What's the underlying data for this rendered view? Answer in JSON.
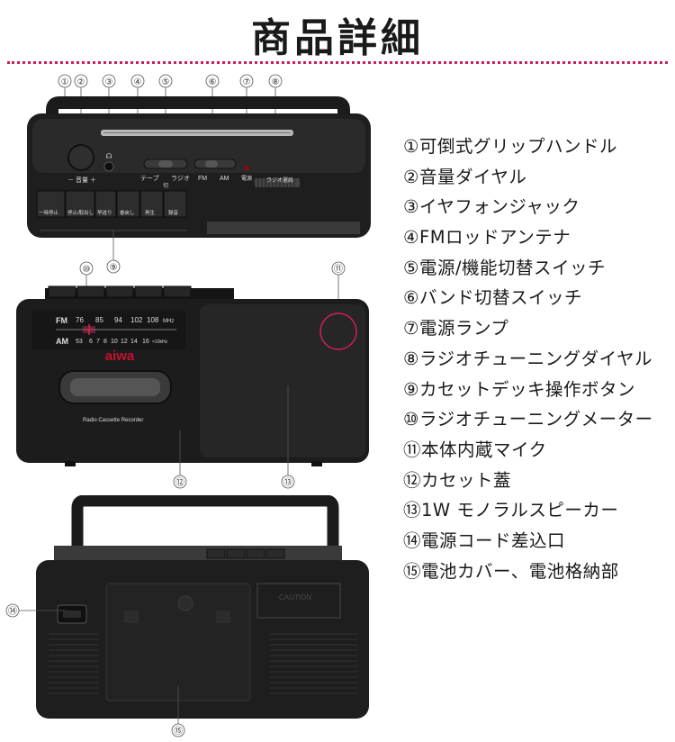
{
  "page": {
    "title": "商品詳細"
  },
  "figure_top": {
    "callouts": [
      "①",
      "②",
      "③",
      "④",
      "⑤",
      "⑥",
      "⑦",
      "⑧",
      "⑨"
    ],
    "labels": {
      "volume": "－ 音量 ＋",
      "tape": "テープ",
      "radio": "ラジオ",
      "off": "切",
      "fm": "FM",
      "am": "AM",
      "power": "電源",
      "tuning": "ラジオ選局",
      "buttons": [
        "一時停止",
        "停止/取出し",
        "早送り",
        "巻戻し",
        "再生",
        "録音"
      ]
    }
  },
  "figure_front": {
    "callouts": [
      "⑩",
      "⑪",
      "⑫",
      "⑬"
    ],
    "dial": {
      "fm_label": "FM",
      "fm_scale": [
        "76",
        "85",
        "94",
        "102",
        "108"
      ],
      "fm_unit": "MHz",
      "am_label": "AM",
      "am_scale": [
        "53",
        "6",
        "7",
        "8",
        "10",
        "12",
        "14",
        "16"
      ],
      "am_unit": "×10kHz"
    },
    "brand": "aiwa",
    "model_text": "Radio Cassette Recorder"
  },
  "figure_back": {
    "callouts": [
      "⑭",
      "⑮"
    ],
    "caution": "CAUTION"
  },
  "features": [
    "①可倒式グリップハンドル",
    "②音量ダイヤル",
    "③イヤフォンジャック",
    "④FMロッドアンテナ",
    "⑤電源/機能切替スイッチ",
    "⑥バンド切替スイッチ",
    "⑦電源ランプ",
    "⑧ラジオチューニングダイヤル",
    "⑨カセットデッキ操作ボタン",
    "⑩ラジオチューニングメーター",
    "⑪本体内蔵マイク",
    "⑫カセット蓋",
    "⑬1W モノラルスピーカー",
    "⑭電源コード差込口",
    "⑮電池カバー、電池格納部"
  ]
}
